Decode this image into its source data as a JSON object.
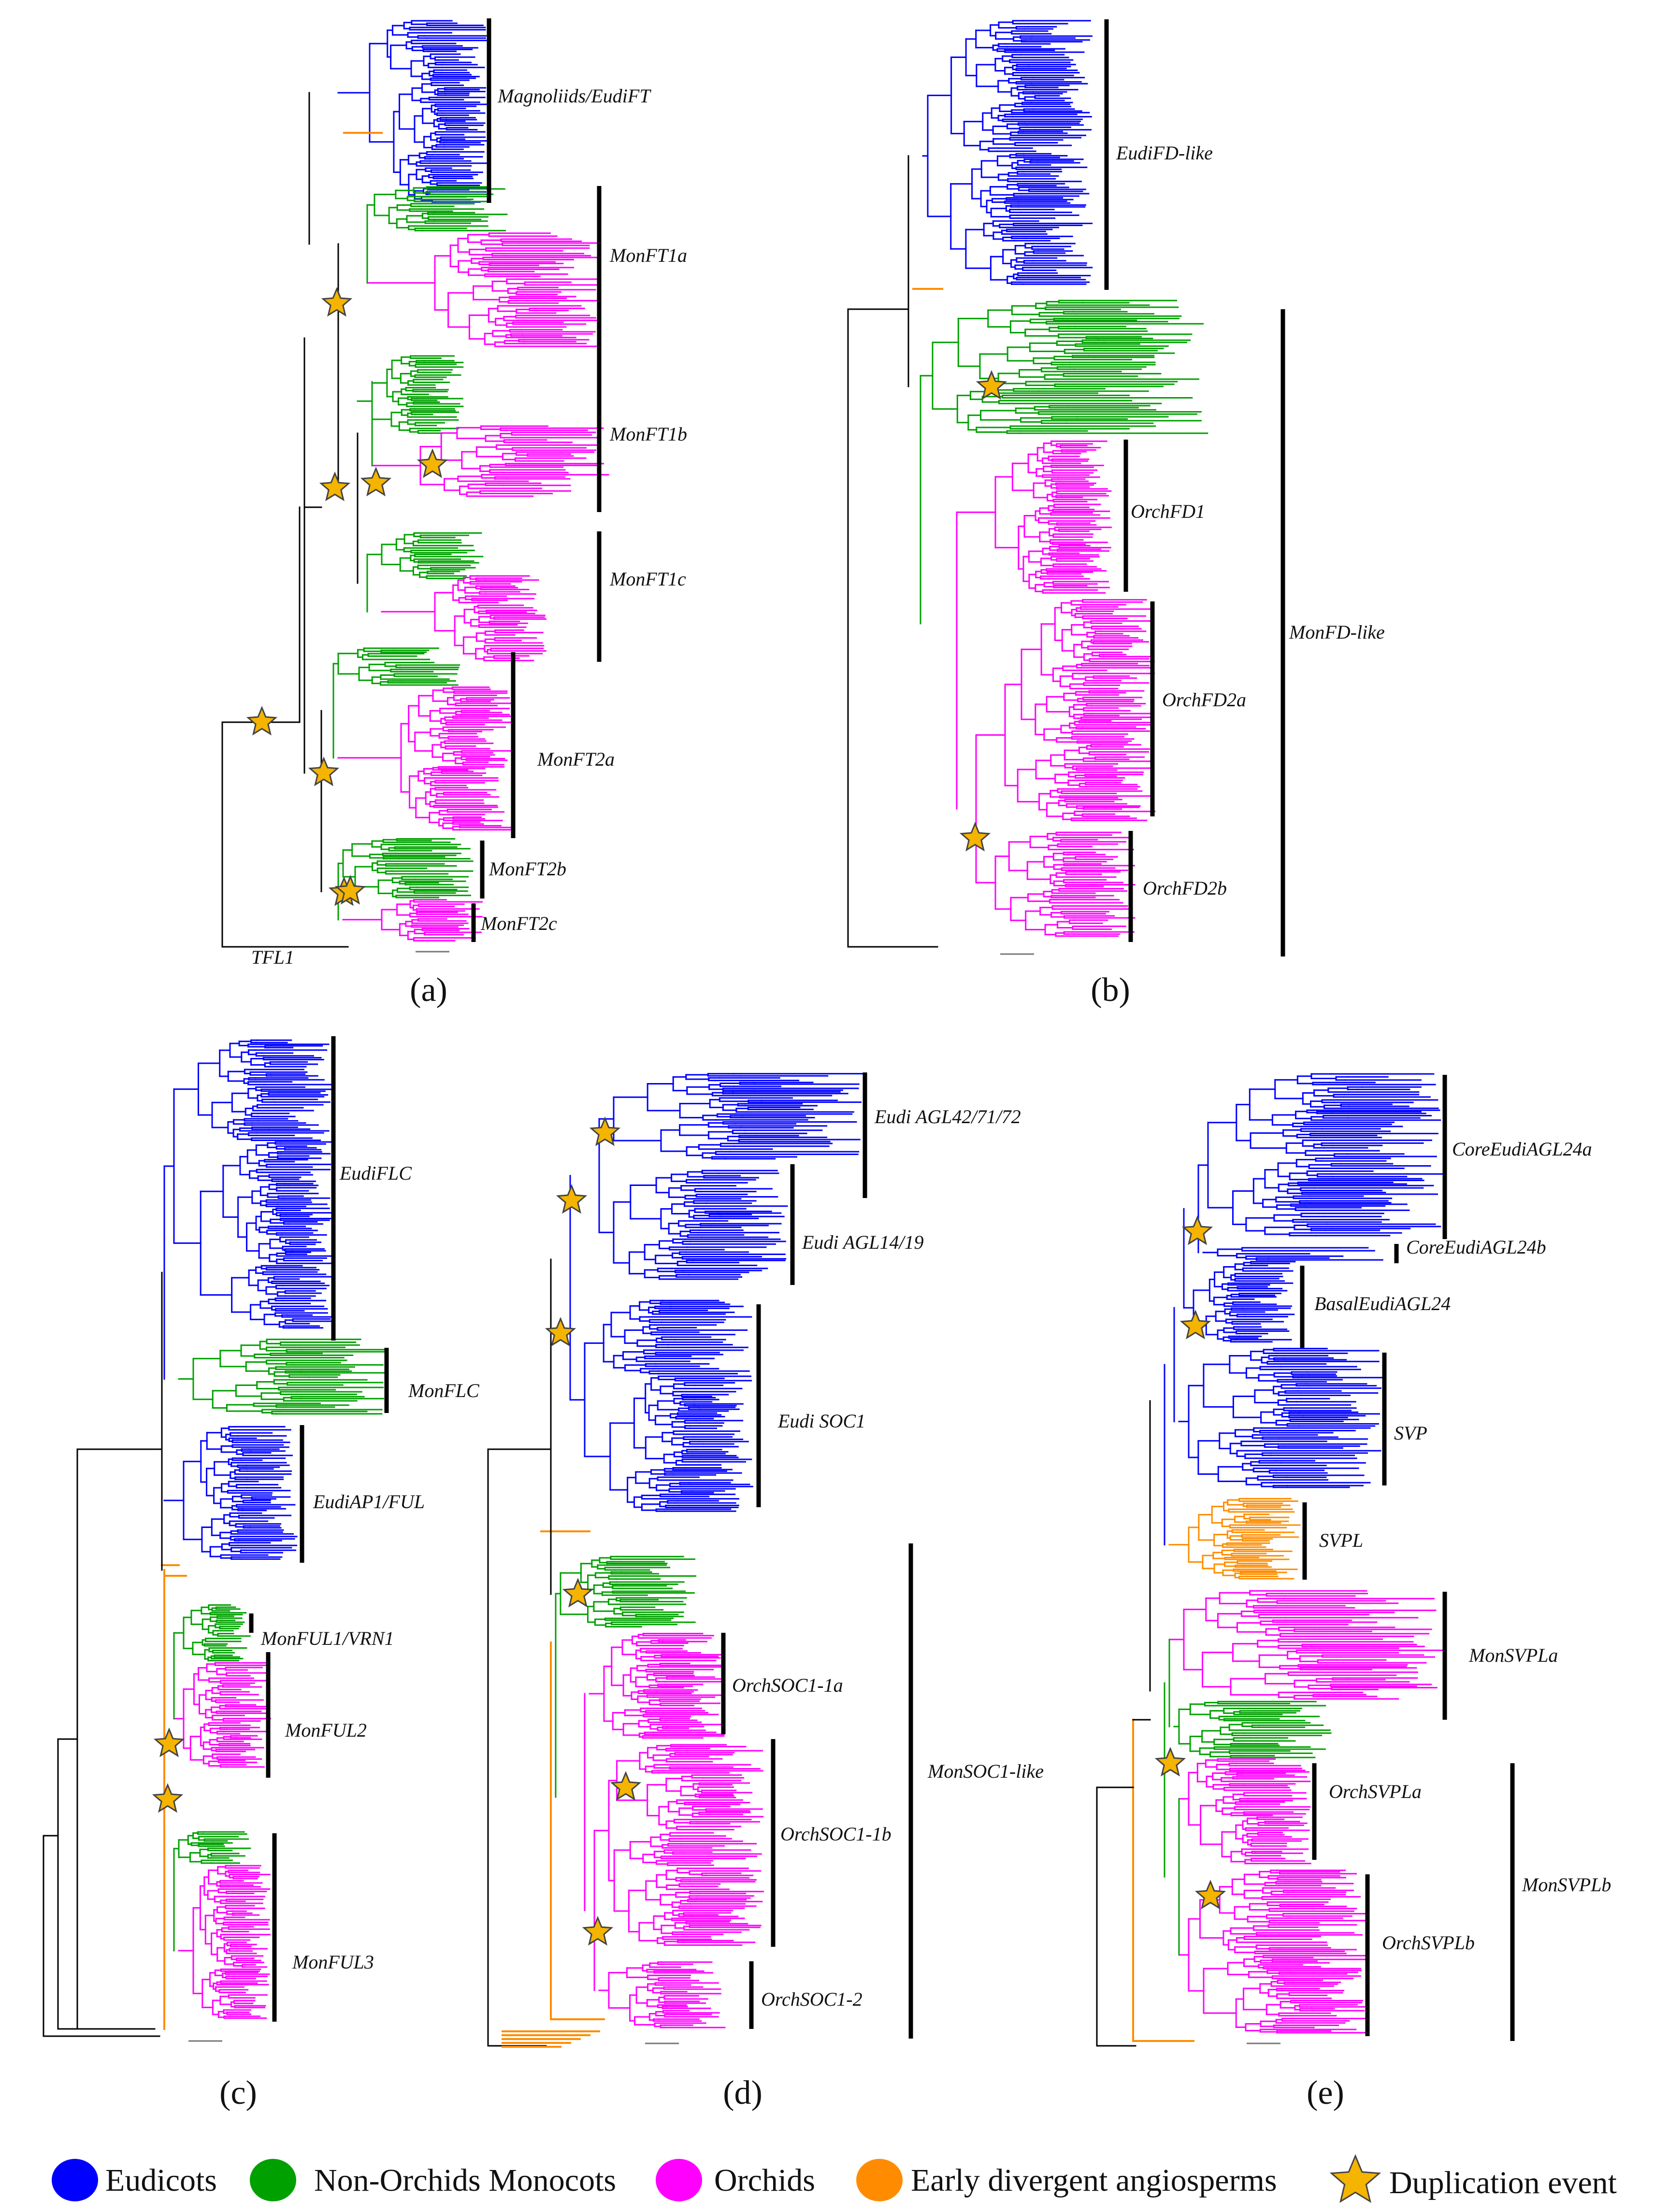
{
  "colors": {
    "eudicots": "#0000ff",
    "monocots": "#00a000",
    "orchids": "#ff00ff",
    "early": "#ff8c00",
    "backbone": "#000000",
    "star_fill": "#f5b400",
    "star_stroke": "#444444"
  },
  "panels": [
    {
      "id": "a",
      "caption": "(a)",
      "clades": [
        {
          "label": "Magnoliids/EudiFT",
          "color": "eudicots"
        },
        {
          "label": "MonFT1a",
          "color": "orchids"
        },
        {
          "label": "MonFT1b",
          "color": "orchids"
        },
        {
          "label": "MonFT1c",
          "color": "orchids"
        },
        {
          "label": "MonFT2a",
          "color": "orchids"
        },
        {
          "label": "MonFT2b",
          "color": "monocots"
        },
        {
          "label": "MonFT2c",
          "color": "orchids"
        }
      ],
      "root_label": "TFL1",
      "duplication_events": 8
    },
    {
      "id": "b",
      "caption": "(b)",
      "clades": [
        {
          "label": "EudiFD-like",
          "color": "eudicots"
        },
        {
          "label": "OrchFD1",
          "color": "orchids"
        },
        {
          "label": "OrchFD2a",
          "color": "orchids"
        },
        {
          "label": "OrchFD2b",
          "color": "orchids"
        },
        {
          "label": "MonFD-like",
          "color": "monocots"
        }
      ],
      "duplication_events": 2
    },
    {
      "id": "c",
      "caption": "(c)",
      "clades": [
        {
          "label": "EudiFLC",
          "color": "eudicots"
        },
        {
          "label": "MonFLC",
          "color": "monocots"
        },
        {
          "label": "EudiAP1/FUL",
          "color": "eudicots"
        },
        {
          "label": "MonFUL1/VRN1",
          "color": "monocots"
        },
        {
          "label": "MonFUL2",
          "color": "orchids"
        },
        {
          "label": "MonFUL3",
          "color": "orchids"
        }
      ],
      "duplication_events": 2
    },
    {
      "id": "d",
      "caption": "(d)",
      "clades": [
        {
          "label": "Eudi AGL42/71/72",
          "color": "eudicots"
        },
        {
          "label": "Eudi AGL14/19",
          "color": "eudicots"
        },
        {
          "label": "Eudi SOC1",
          "color": "eudicots"
        },
        {
          "label": "OrchSOC1-1a",
          "color": "orchids"
        },
        {
          "label": "OrchSOC1-1b",
          "color": "orchids"
        },
        {
          "label": "OrchSOC1-2",
          "color": "orchids"
        },
        {
          "label": "MonSOC1-like",
          "color": "monocots"
        }
      ],
      "duplication_events": 6
    },
    {
      "id": "e",
      "caption": "(e)",
      "clades": [
        {
          "label": "CoreEudiAGL24a",
          "color": "eudicots"
        },
        {
          "label": "CoreEudiAGL24b",
          "color": "eudicots"
        },
        {
          "label": "BasalEudiAGL24",
          "color": "eudicots"
        },
        {
          "label": "SVP",
          "color": "eudicots"
        },
        {
          "label": "SVPL",
          "color": "early"
        },
        {
          "label": "MonSVPLa",
          "color": "orchids"
        },
        {
          "label": "OrchSVPLa",
          "color": "orchids"
        },
        {
          "label": "OrchSVPLb",
          "color": "orchids"
        },
        {
          "label": "MonSVPLb",
          "color": "monocots"
        }
      ],
      "duplication_events": 4
    }
  ],
  "legend": [
    {
      "label": "Eudicots",
      "color": "eudicots",
      "marker": "circle"
    },
    {
      "label": "Non-Orchids Monocots",
      "color": "monocots",
      "marker": "circle"
    },
    {
      "label": "Orchids",
      "color": "orchids",
      "marker": "circle"
    },
    {
      "label": "Early divergent angiosperms",
      "color": "early",
      "marker": "circle"
    },
    {
      "label": "Duplication event",
      "color": "star_fill",
      "marker": "star"
    }
  ]
}
